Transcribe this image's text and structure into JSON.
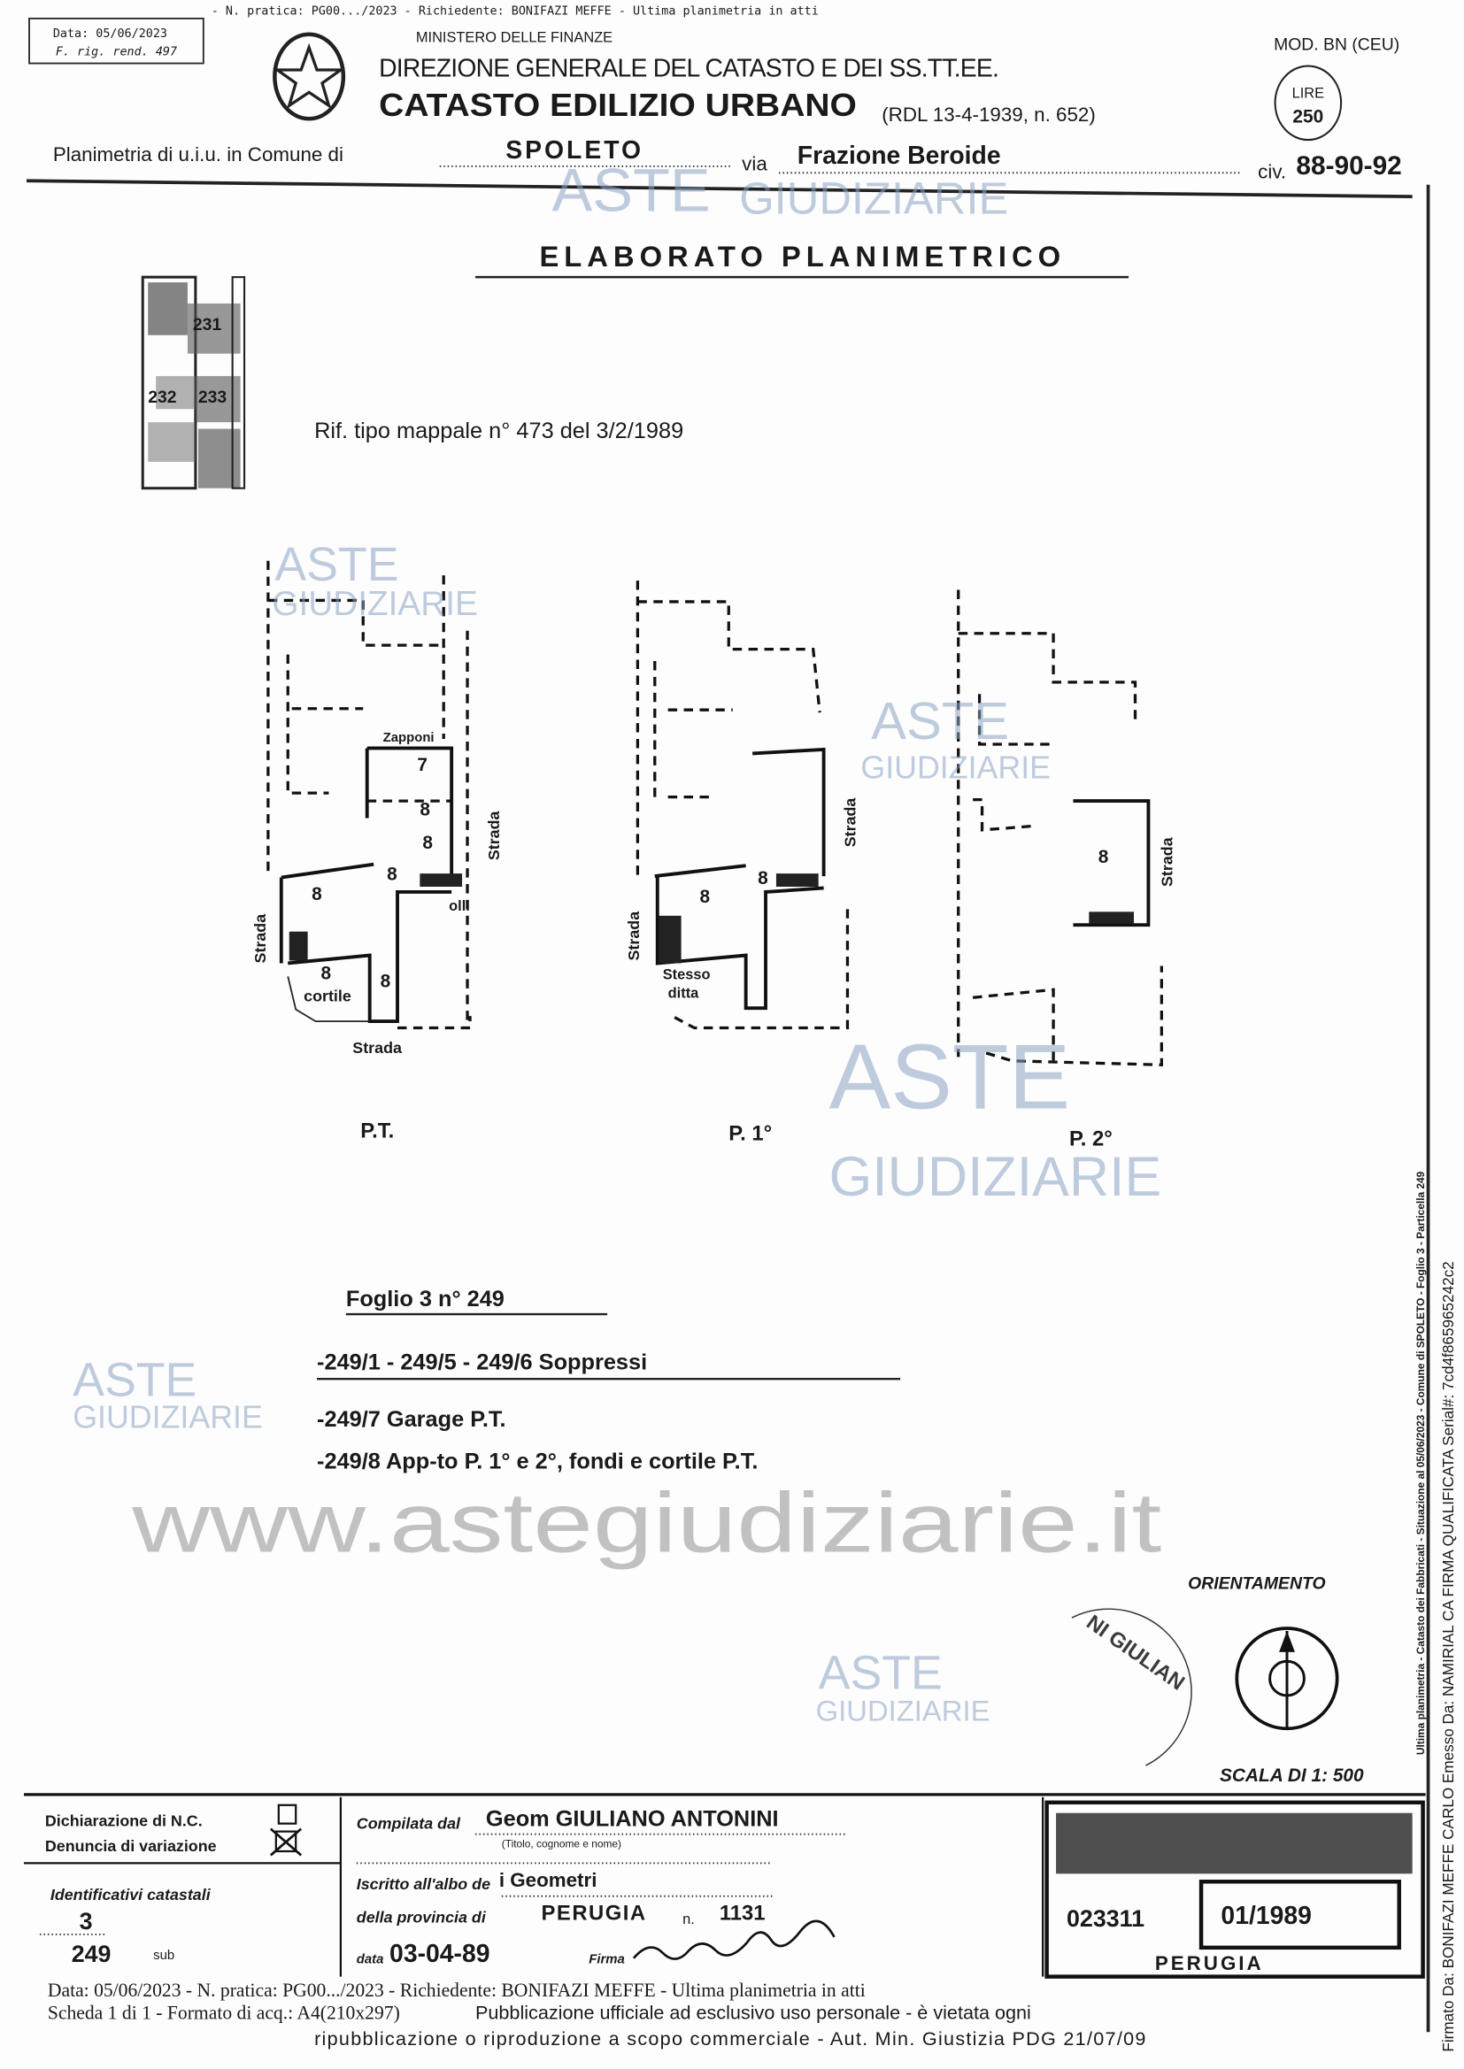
{
  "header": {
    "stamp_box_line1": "Data: 05/06/2023",
    "stamp_box_line2": "F. rig. rend. 497",
    "overprint_top": "- N. pratica: PG00.../2023 - Richiedente: BONIFAZI MEFFE - Ultima planimetria in atti",
    "ministry": "MINISTERO DELLE FINANZE",
    "direction": "DIREZIONE GENERALE DEL CATASTO E DEI SS.TT.EE.",
    "title": "CATASTO EDILIZIO URBANO",
    "law_ref": "(RDL 13-4-1939, n. 652)",
    "model": "MOD. BN (CEU)",
    "fee_label": "LIRE",
    "fee_value": "250",
    "plan_label": "Planimetria di u.i.u. in Comune di",
    "comune": "SPOLETO",
    "via_label": "via",
    "via": "Frazione Beroide",
    "civ_label": "civ.",
    "civ": "88-90-92"
  },
  "main": {
    "heading": "ELABORATO PLANIMETRICO",
    "reference": "Rif. tipo mappale n° 473 del 3/2/1989",
    "thumbnail_labels": [
      "231",
      "232",
      "233"
    ],
    "plans": [
      {
        "label": "P.T.",
        "notes": [
          "7",
          "8",
          "8",
          "8",
          "8",
          "8",
          "8",
          "cortile",
          "Strada",
          "Strada",
          "Strada",
          "Zapponi",
          "olli"
        ]
      },
      {
        "label": "P. 1°",
        "notes": [
          "8",
          "8",
          "Strada",
          "Strada",
          "Stesso",
          "ditta"
        ]
      },
      {
        "label": "P. 2°",
        "notes": [
          "8",
          "Strada"
        ]
      }
    ],
    "foglio": "Foglio 3 n° 249",
    "entries": [
      "-249/1 - 249/5 - 249/6   Soppressi",
      "-249/7  Garage  P.T.",
      "-249/8  App-to P. 1° e 2°, fondi e cortile P.T."
    ],
    "orientation_label": "ORIENTAMENTO",
    "scale": "SCALA DI 1: 500",
    "round_stamp_text": "NI GIULIAN"
  },
  "footer": {
    "nc_label": "Dichiarazione di N.C.",
    "variation_label": "Denuncia di variazione",
    "ids_label": "Identificativi catastali",
    "foglio_value": "3",
    "mappale_value": "249",
    "sub_label": "sub",
    "compiled_label": "Compilata dal",
    "compiled_by": "Geom  GIULIANO  ANTONINI",
    "compiled_hint": "(Titolo, cognome e nome)",
    "albo_label": "Iscritto all'albo de",
    "albo_value": "i     Geometri",
    "province_label": "della provincia di",
    "province": "PERUGIA",
    "number_label": "n.",
    "number": "1131",
    "date_label": "data",
    "date": "03-04-89",
    "sign_label": "Firma",
    "office_stamp_code": "023311",
    "office_stamp_date": "01/1989",
    "office_stamp_city": "PERUGIA"
  },
  "overlay": {
    "line1": "Data: 05/06/2023 - N. pratica: PG00.../2023 - Richiedente: BONIFAZI MEFFE - Ultima planimetria in atti",
    "line2": "Scheda 1 di 1 - Formato di acq.: A4(210x297)",
    "notice1": "Pubblicazione ufficiale ad esclusivo uso personale - è vietata ogni",
    "notice2": "ripubblicazione o riproduzione a scopo commerciale - Aut. Min. Giustizia PDG 21/07/09",
    "watermark_url": "www.astegiudiziarie.it",
    "watermark_brand1": "ASTE",
    "watermark_brand2": "GIUDIZIARIE",
    "side_strip": "Ultima planimetria - Catasto dei Fabbricati - Situazione al 05/06/2023 - Comune di SPOLETO - Foglio 3 - Particella 249",
    "signature": "Firmato Da: BONIFAZI MEFFE CARLO Emesso Da: NAMIRIAL CA FIRMA QUALIFICATA Serial#: 7cd4f865965242c2"
  }
}
